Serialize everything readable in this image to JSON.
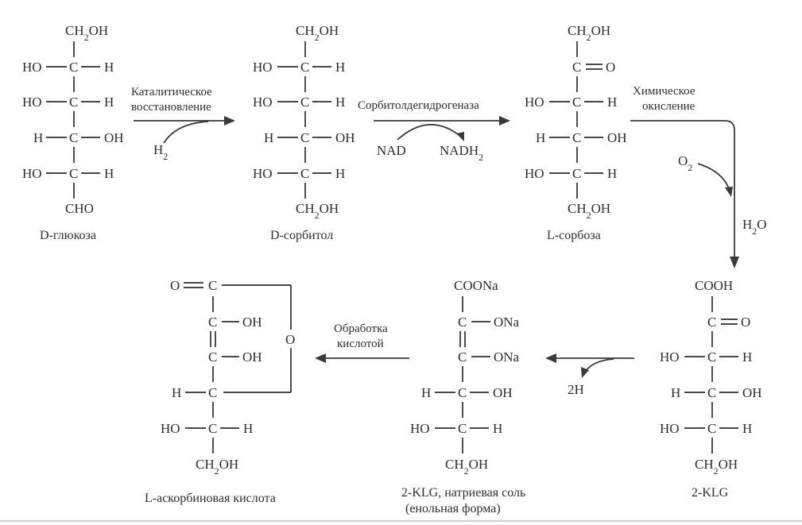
{
  "atoms": {
    "C": "C",
    "H": "H",
    "HO": "HO",
    "OH": "OH",
    "O": "O",
    "CHO": "CHO",
    "CH2OH_main": "CH",
    "CH2OH_sub": "2",
    "CH2OH_tail": "OH",
    "COOH": "COOH",
    "COONa": "COONa",
    "ONa": "ONa"
  },
  "compounds": {
    "glucose": "D-глюкоза",
    "sorbitol": "D-сорбитол",
    "sorbose": "L-сорбоза",
    "klg": "2-KLG",
    "klg_na_line1": "2-KLG, натриевая соль",
    "klg_na_line2": "(енольная форма)",
    "ascorbic": "L-аскорбиновая кислота"
  },
  "steps": {
    "step1_line1": "Каталитическое",
    "step1_line2": "восстановление",
    "step1_reagent_main": "H",
    "step1_reagent_sub": "2",
    "step2_enzyme": "Сорбитолдегидрогеназа",
    "step2_cofactor_in": "NAD",
    "step2_cofactor_out_main": "NADH",
    "step2_cofactor_out_sub": "2",
    "step3_line1": "Химическое",
    "step3_line2": "окисление",
    "step3_in_main": "O",
    "step3_in_sub": "2",
    "step3_out_main": "H",
    "step3_out_sub": "2",
    "step3_out_tail": "O",
    "step4_byproduct": "2H",
    "step5_line1": "Обработка",
    "step5_line2": "кислотой"
  }
}
